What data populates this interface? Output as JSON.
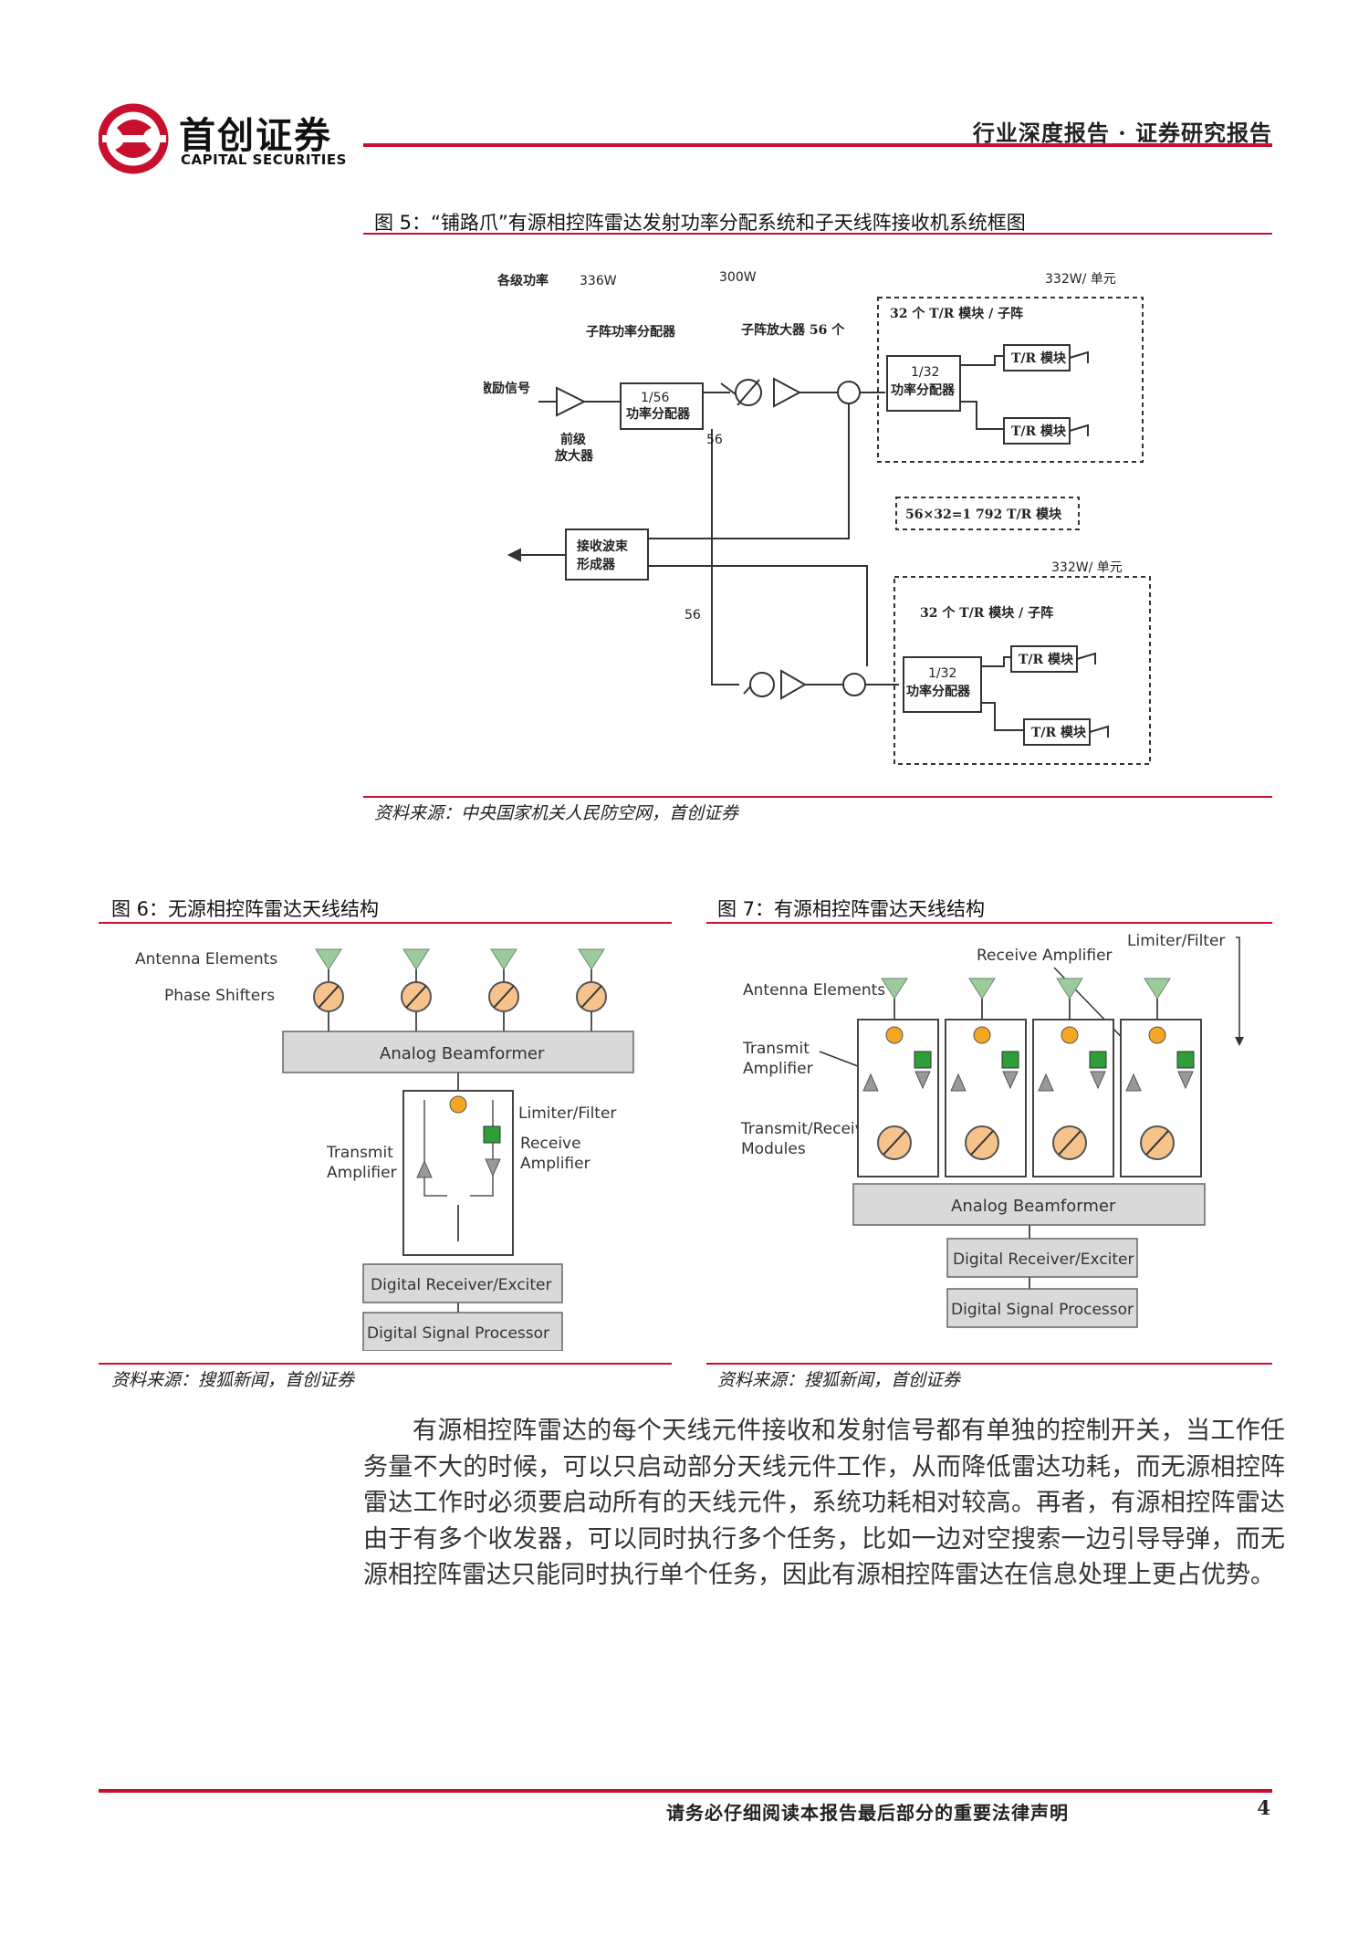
{
  "header": {
    "brand_cn": "首创证券",
    "brand_en": "CAPITAL SECURITIES",
    "report_type": "行业深度报告 · 证券研究报告",
    "brand_color": "#c8102e"
  },
  "figure5": {
    "caption": "图 5：“铺路爪”有源相控阵雷达发射功率分配系统和子天线阵接收机系统框图",
    "source": "资料来源：中央国家机关人民防空网，首创证券",
    "labels": {
      "power_level": "各级功率",
      "p1": "336W",
      "p2": "300W",
      "p3": "332W/ 单元",
      "p3b": "332W/ 单元",
      "tr32": "32 个 T/R 模块 / 子阵",
      "tr32b": "32 个 T/R 模块 / 子阵",
      "subarray_div": "子阵功率分配器",
      "subarray_amp": "子阵放大器 56 个",
      "excite": "激励信号",
      "pre_amp_1": "前级",
      "pre_amp_2": "放大器",
      "div56_1": "1/56",
      "div56_2": "功率分配器",
      "n56": "56",
      "n56b": "56",
      "div32_1": "1/32",
      "div32_2": "功率分配器",
      "div32b_1": "1/32",
      "div32b_2": "功率分配器",
      "tr_module": "T/R 模块",
      "total": "56×32=1 792 T/R 模块",
      "rx_1": "接收波束",
      "rx_2": "形成器"
    }
  },
  "figure6": {
    "caption": "图 6：无源相控阵雷达天线结构",
    "source": "资料来源：搜狐新闻，首创证券",
    "labels": {
      "antenna": "Antenna Elements",
      "phase": "Phase Shifters",
      "beamformer": "Analog Beamformer",
      "limiter": "Limiter/Filter",
      "receive_1": "Receive",
      "receive_2": "Amplifier",
      "transmit_1": "Transmit",
      "transmit_2": "Amplifier",
      "digital_rx": "Digital Receiver/Exciter",
      "dsp": "Digital Signal Processor"
    }
  },
  "figure7": {
    "caption": "图 7：有源相控阵雷达天线结构",
    "source": "资料来源：搜狐新闻，首创证券",
    "labels": {
      "limiter": "Limiter/Filter",
      "receive": "Receive Amplifier",
      "antenna": "Antenna Elements",
      "transmit_1": "Transmit",
      "transmit_2": "Amplifier",
      "trm_1": "Transmit/Receive",
      "trm_2": "Modules",
      "beamformer": "Analog Beamformer",
      "digital_rx": "Digital Receiver/Exciter",
      "dsp": "Digital Signal Processor"
    }
  },
  "body": {
    "paragraph": "有源相控阵雷达的每个天线元件接收和发射信号都有单独的控制开关，当工作任务量不大的时候，可以只启动部分天线元件工作，从而降低雷达功耗，而无源相控阵雷达工作时必须要启动所有的天线元件，系统功耗相对较高。再者，有源相控阵雷达由于有多个收发器，可以同时执行多个任务，比如一边对空搜索一边引导导弹，而无源相控阵雷达只能同时执行单个任务，因此有源相控阵雷达在信息处理上更占优势。"
  },
  "footer": {
    "disclaimer": "请务必仔细阅读本报告最后部分的重要法律声明",
    "page_number": "4"
  }
}
